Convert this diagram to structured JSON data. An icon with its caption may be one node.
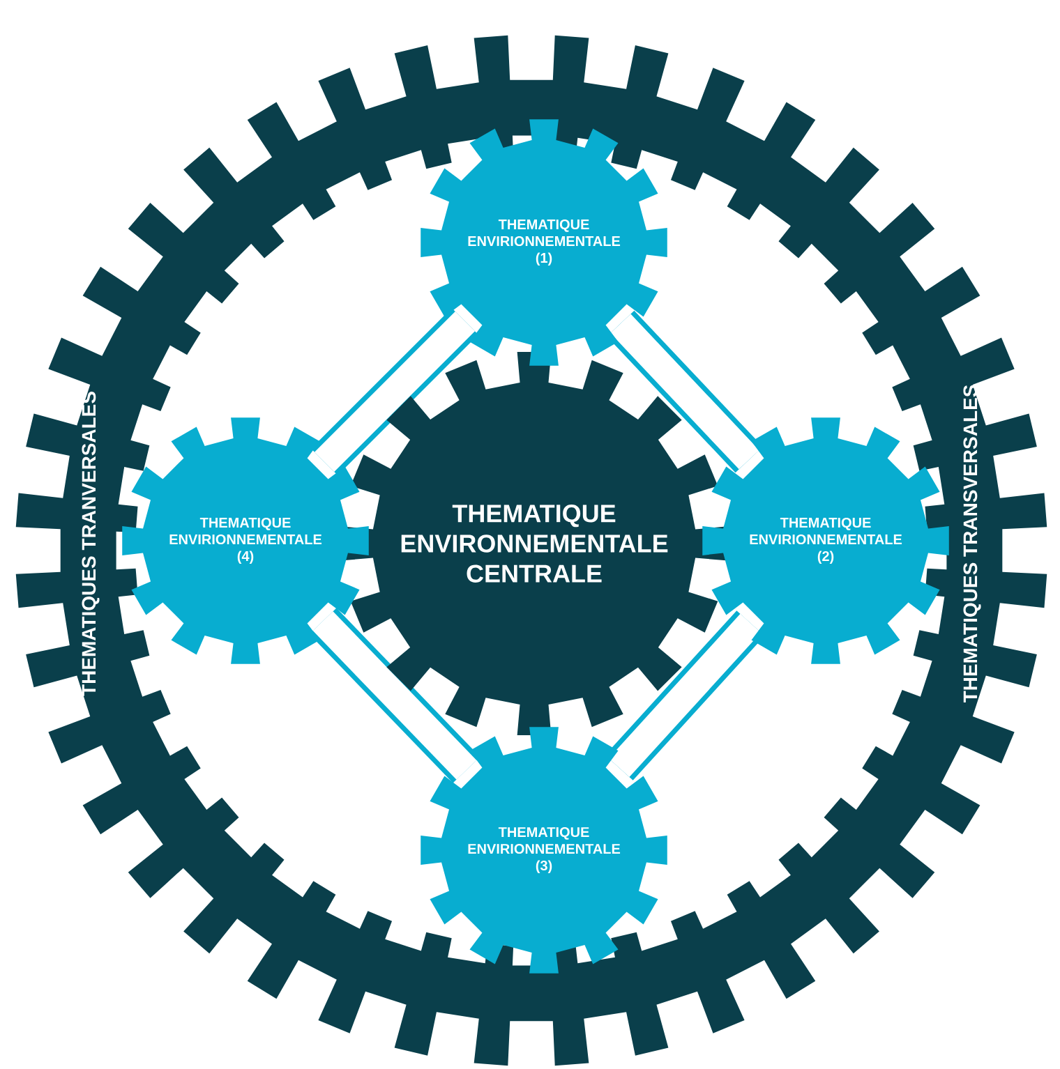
{
  "diagram": {
    "nodes": [
      {
        "text": [
          "THEMATIQUES TRANVERSALES",
          "THEMATIQUES TRANSVERSALES"
        ]
      },
      {
        "text": [
          "THEMATIQUE ENVIRONNEMENTALE CENTRALE"
        ],
        "in": 0
      },
      {
        "text": [
          "THEMATIQUE ENVIRIONNEMENTALE (1)"
        ],
        "in": 0
      },
      {
        "text": [
          "THEMATIQUE ENVIRIONNEMENTALE (2)"
        ],
        "in": 0
      },
      {
        "text": [
          "THEMATIQUE ENVIRIONNEMENTALE (3)"
        ],
        "in": 0
      },
      {
        "text": [
          "THEMATIQUE ENVIRIONNEMENTALE (4)"
        ],
        "in": 0
      }
    ],
    "edges": [
      {
        "from": 2,
        "to": 3,
        "arrow": "none"
      },
      {
        "from": 3,
        "to": 4,
        "arrow": "none"
      },
      {
        "from": 4,
        "to": 5,
        "arrow": "none"
      },
      {
        "from": 5,
        "to": 2,
        "arrow": "none"
      }
    ]
  }
}
